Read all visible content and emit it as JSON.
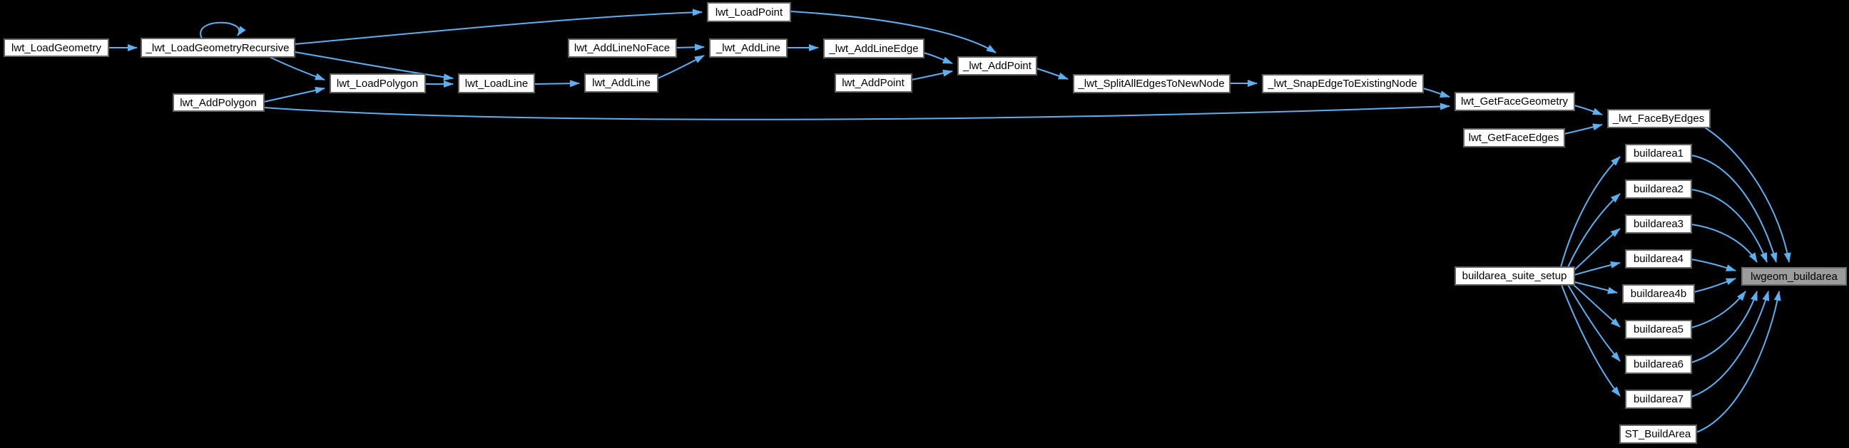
{
  "diagram": {
    "type": "call-graph",
    "highlighted_node": "lwgeom_buildarea",
    "colors": {
      "background": "#000000",
      "edge": "#5cb0f2",
      "node_fill": "#ffffff",
      "node_border": "#616161",
      "highlight_fill": "#9c9c9c",
      "text": "#000000"
    }
  },
  "nodes": {
    "lwt_LoadGeometry": {
      "label": "lwt_LoadGeometry"
    },
    "_lwt_LoadGeometryRecursive": {
      "label": "_lwt_LoadGeometryRecursive"
    },
    "lwt_LoadPoint": {
      "label": "lwt_LoadPoint"
    },
    "lwt_AddLineNoFace": {
      "label": "lwt_AddLineNoFace"
    },
    "_lwt_AddLine": {
      "label": "_lwt_AddLine"
    },
    "_lwt_AddLineEdge": {
      "label": "_lwt_AddLineEdge"
    },
    "_lwt_AddPoint": {
      "label": "_lwt_AddPoint"
    },
    "lwt_AddPoint": {
      "label": "lwt_AddPoint"
    },
    "lwt_LoadPolygon": {
      "label": "lwt_LoadPolygon"
    },
    "lwt_LoadLine": {
      "label": "lwt_LoadLine"
    },
    "lwt_AddLine": {
      "label": "lwt_AddLine"
    },
    "lwt_AddPolygon": {
      "label": "lwt_AddPolygon"
    },
    "_lwt_SplitAllEdgesToNewNode": {
      "label": "_lwt_SplitAllEdgesToNewNode"
    },
    "_lwt_SnapEdgeToExistingNode": {
      "label": "_lwt_SnapEdgeToExistingNode"
    },
    "lwt_GetFaceGeometry": {
      "label": "lwt_GetFaceGeometry"
    },
    "_lwt_FaceByEdges": {
      "label": "_lwt_FaceByEdges"
    },
    "lwt_GetFaceEdges": {
      "label": "lwt_GetFaceEdges"
    },
    "buildarea1": {
      "label": "buildarea1"
    },
    "buildarea2": {
      "label": "buildarea2"
    },
    "buildarea3": {
      "label": "buildarea3"
    },
    "buildarea4": {
      "label": "buildarea4"
    },
    "buildarea4b": {
      "label": "buildarea4b"
    },
    "buildarea5": {
      "label": "buildarea5"
    },
    "buildarea6": {
      "label": "buildarea6"
    },
    "buildarea7": {
      "label": "buildarea7"
    },
    "ST_BuildArea": {
      "label": "ST_BuildArea"
    },
    "lwgeom_buildarea": {
      "label": "lwgeom_buildarea"
    },
    "buildarea_suite_setup": {
      "label": "buildarea_suite_setup"
    }
  },
  "edges": [
    {
      "from": "lwt_LoadGeometry",
      "to": "_lwt_LoadGeometryRecursive"
    },
    {
      "from": "_lwt_LoadGeometryRecursive",
      "to": "_lwt_LoadGeometryRecursive"
    },
    {
      "from": "_lwt_LoadGeometryRecursive",
      "to": "lwt_LoadPoint"
    },
    {
      "from": "_lwt_LoadGeometryRecursive",
      "to": "lwt_LoadPolygon"
    },
    {
      "from": "_lwt_LoadGeometryRecursive",
      "to": "lwt_LoadLine"
    },
    {
      "from": "lwt_AddPolygon",
      "to": "lwt_LoadPolygon"
    },
    {
      "from": "lwt_AddPolygon",
      "to": "lwt_GetFaceGeometry"
    },
    {
      "from": "lwt_LoadPolygon",
      "to": "lwt_LoadLine"
    },
    {
      "from": "lwt_LoadLine",
      "to": "lwt_AddLine"
    },
    {
      "from": "lwt_AddLine",
      "to": "_lwt_AddLine"
    },
    {
      "from": "lwt_AddLineNoFace",
      "to": "_lwt_AddLine"
    },
    {
      "from": "_lwt_AddLine",
      "to": "_lwt_AddLineEdge"
    },
    {
      "from": "_lwt_AddLineEdge",
      "to": "_lwt_AddPoint"
    },
    {
      "from": "lwt_LoadPoint",
      "to": "_lwt_AddPoint"
    },
    {
      "from": "lwt_AddPoint",
      "to": "_lwt_AddPoint"
    },
    {
      "from": "_lwt_AddPoint",
      "to": "_lwt_SplitAllEdgesToNewNode"
    },
    {
      "from": "_lwt_SplitAllEdgesToNewNode",
      "to": "_lwt_SnapEdgeToExistingNode"
    },
    {
      "from": "_lwt_SnapEdgeToExistingNode",
      "to": "lwt_GetFaceGeometry"
    },
    {
      "from": "lwt_GetFaceGeometry",
      "to": "_lwt_FaceByEdges"
    },
    {
      "from": "lwt_GetFaceEdges",
      "to": "_lwt_FaceByEdges"
    },
    {
      "from": "_lwt_FaceByEdges",
      "to": "lwgeom_buildarea"
    },
    {
      "from": "buildarea_suite_setup",
      "to": "buildarea1"
    },
    {
      "from": "buildarea_suite_setup",
      "to": "buildarea2"
    },
    {
      "from": "buildarea_suite_setup",
      "to": "buildarea3"
    },
    {
      "from": "buildarea_suite_setup",
      "to": "buildarea4"
    },
    {
      "from": "buildarea_suite_setup",
      "to": "buildarea4b"
    },
    {
      "from": "buildarea_suite_setup",
      "to": "buildarea5"
    },
    {
      "from": "buildarea_suite_setup",
      "to": "buildarea6"
    },
    {
      "from": "buildarea_suite_setup",
      "to": "buildarea7"
    },
    {
      "from": "buildarea1",
      "to": "lwgeom_buildarea"
    },
    {
      "from": "buildarea2",
      "to": "lwgeom_buildarea"
    },
    {
      "from": "buildarea3",
      "to": "lwgeom_buildarea"
    },
    {
      "from": "buildarea4",
      "to": "lwgeom_buildarea"
    },
    {
      "from": "buildarea4b",
      "to": "lwgeom_buildarea"
    },
    {
      "from": "buildarea5",
      "to": "lwgeom_buildarea"
    },
    {
      "from": "buildarea6",
      "to": "lwgeom_buildarea"
    },
    {
      "from": "buildarea7",
      "to": "lwgeom_buildarea"
    },
    {
      "from": "ST_BuildArea",
      "to": "lwgeom_buildarea"
    }
  ]
}
